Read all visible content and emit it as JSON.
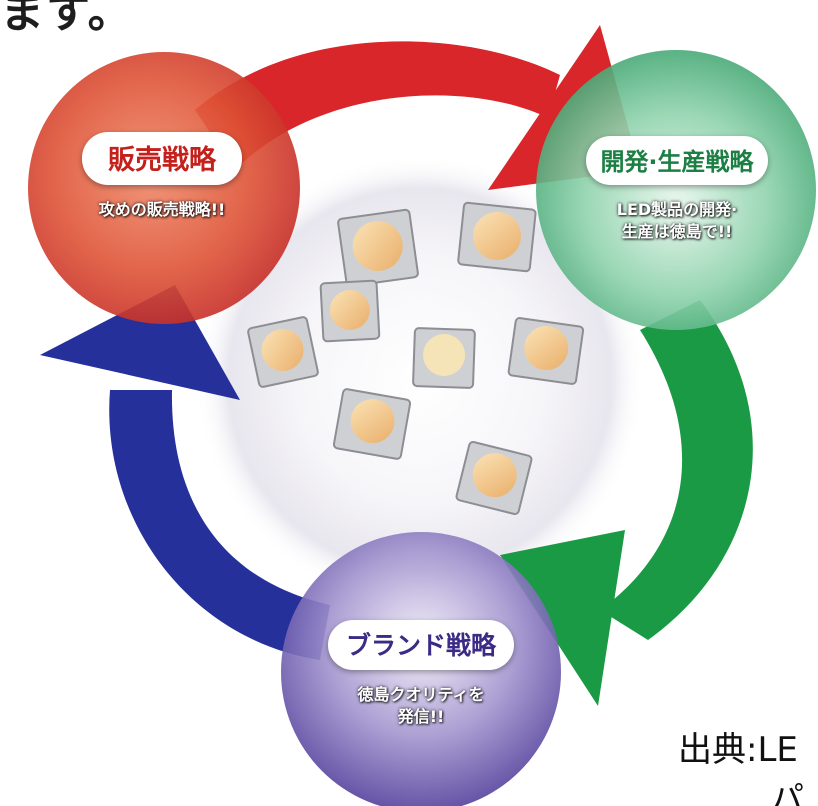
{
  "header": {
    "partial_text": "ます。"
  },
  "source": {
    "line1": "出典:LE",
    "line2": "パ"
  },
  "cycle": {
    "sales": {
      "title": "販売戦略",
      "description": "攻めの販売戦略!!"
    },
    "development": {
      "title": "開発·生産戦略",
      "description": "LED製品の開発·\n生産は徳島で!!"
    },
    "brand": {
      "title": "ブランド戦略",
      "description": "徳島クオリティを\n発信!!"
    }
  },
  "colors": {
    "red_arrow": "#d8262a",
    "green_arrow": "#1a9a44",
    "blue_arrow": "#26309a",
    "sales_circle": "#d9452c",
    "dev_circle": "#4fb483",
    "brand_circle": "#5b4aa6",
    "led_body": "#dcdde0",
    "led_lens": "#f2c88a"
  },
  "icons": {
    "led_chip": "led-chip-icon"
  }
}
